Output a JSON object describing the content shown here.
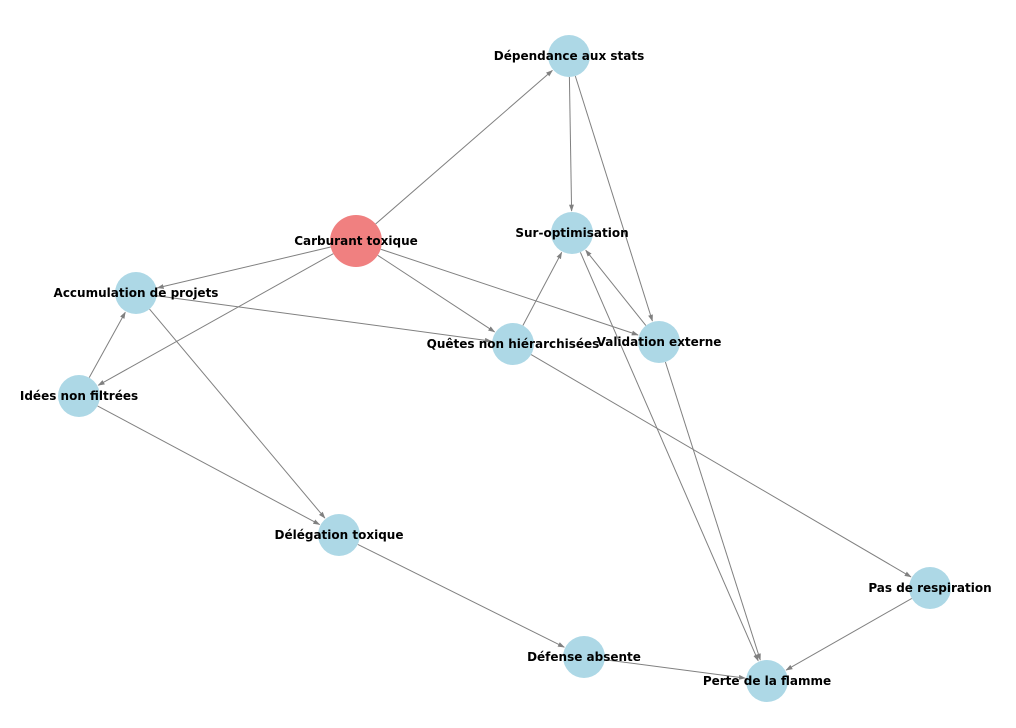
{
  "diagram": {
    "colors": {
      "node": "#add8e6",
      "root_node": "#f08080",
      "edge": "#808080",
      "label": "#000000"
    },
    "nodes": [
      {
        "id": "carburant",
        "label": "Carburant toxique",
        "root": true
      },
      {
        "id": "dependance",
        "label": "Dépendance aux stats"
      },
      {
        "id": "suropt",
        "label": "Sur-optimisation"
      },
      {
        "id": "accumulation",
        "label": "Accumulation de projets"
      },
      {
        "id": "quetes",
        "label": "Quêtes non hiérarchisées"
      },
      {
        "id": "validation",
        "label": "Validation externe"
      },
      {
        "id": "idees",
        "label": "Idées non filtrées"
      },
      {
        "id": "delegation",
        "label": "Délégation toxique"
      },
      {
        "id": "pas",
        "label": "Pas de respiration"
      },
      {
        "id": "defense",
        "label": "Défense absente"
      },
      {
        "id": "perte",
        "label": "Perte de la flamme"
      }
    ],
    "edges": [
      {
        "from": "carburant",
        "to": "dependance"
      },
      {
        "from": "carburant",
        "to": "accumulation"
      },
      {
        "from": "carburant",
        "to": "idees"
      },
      {
        "from": "carburant",
        "to": "quetes"
      },
      {
        "from": "carburant",
        "to": "validation"
      },
      {
        "from": "dependance",
        "to": "suropt"
      },
      {
        "from": "dependance",
        "to": "validation"
      },
      {
        "from": "validation",
        "to": "suropt"
      },
      {
        "from": "quetes",
        "to": "suropt"
      },
      {
        "from": "suropt",
        "to": "perte"
      },
      {
        "from": "validation",
        "to": "perte"
      },
      {
        "from": "accumulation",
        "to": "quetes"
      },
      {
        "from": "accumulation",
        "to": "delegation"
      },
      {
        "from": "idees",
        "to": "accumulation"
      },
      {
        "from": "idees",
        "to": "delegation"
      },
      {
        "from": "quetes",
        "to": "pas"
      },
      {
        "from": "delegation",
        "to": "defense"
      },
      {
        "from": "defense",
        "to": "perte"
      },
      {
        "from": "pas",
        "to": "perte"
      }
    ]
  }
}
